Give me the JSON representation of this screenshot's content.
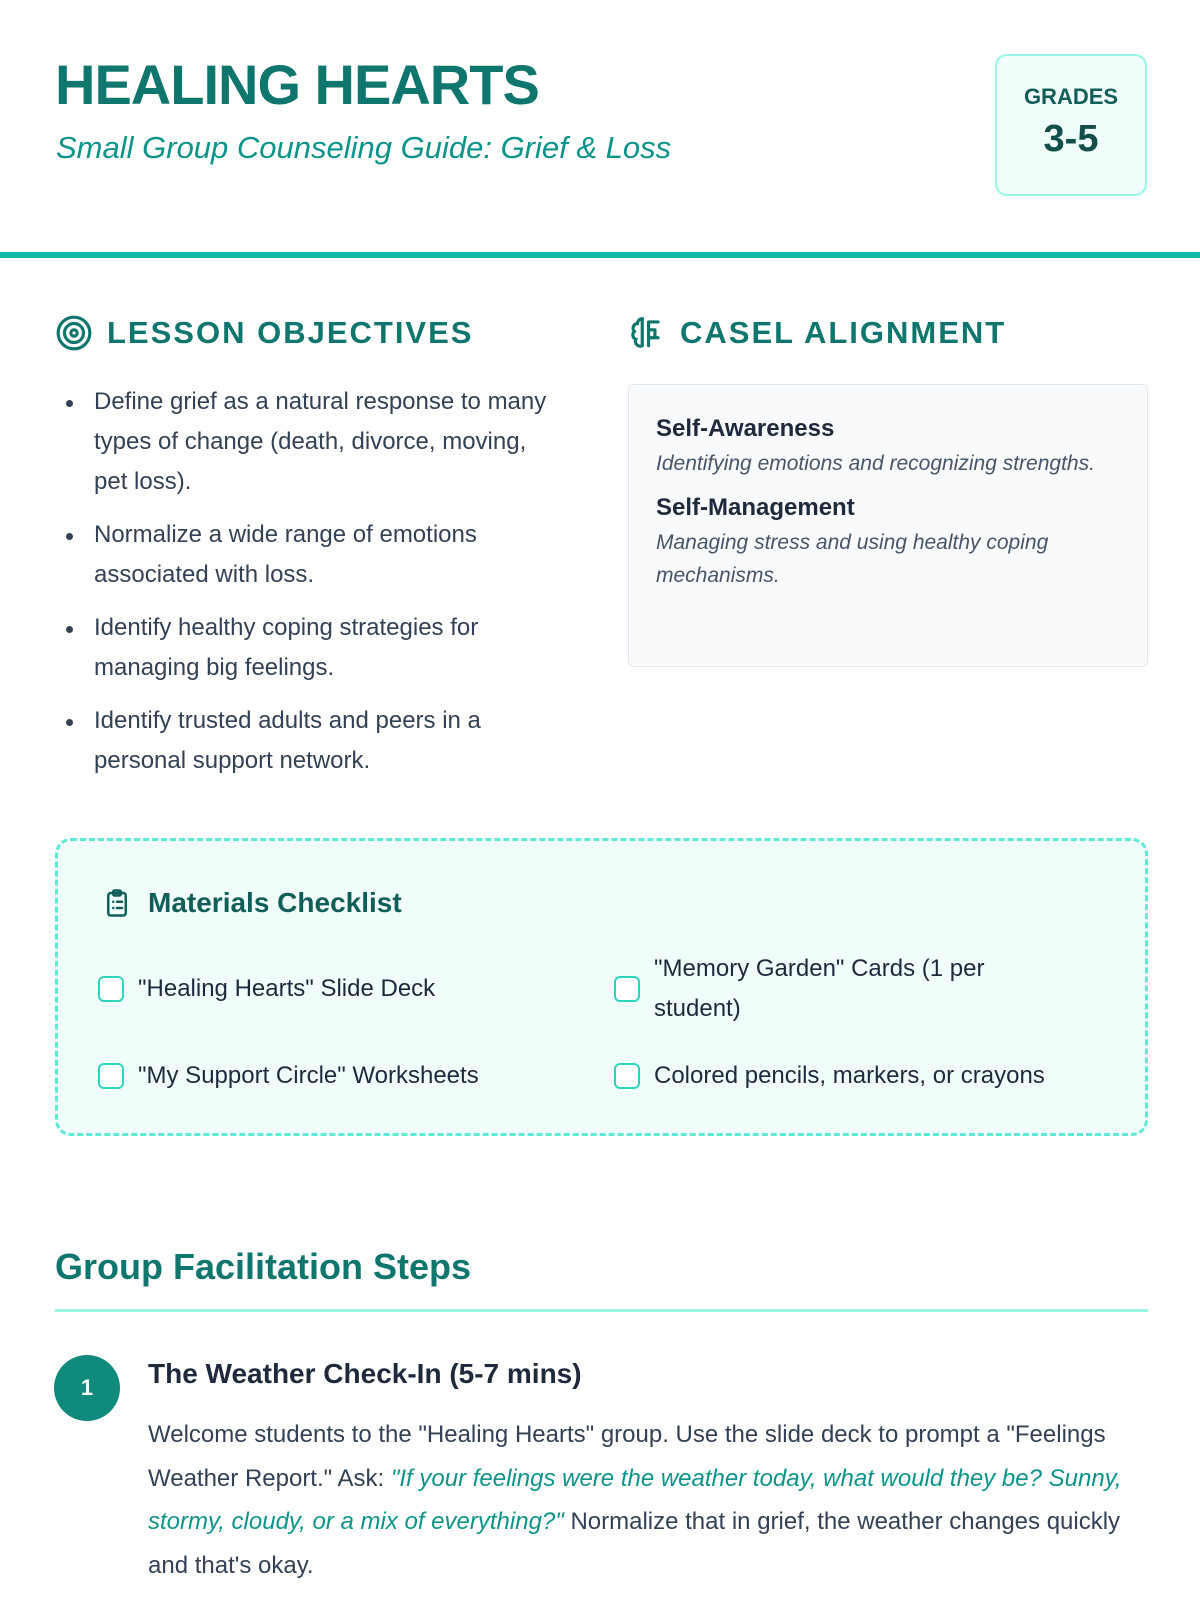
{
  "header": {
    "title": "HEALING HEARTS",
    "subtitle": "Small Group Counseling Guide: Grief & Loss",
    "grades_label": "GRADES",
    "grades_value": "3-5"
  },
  "objectives": {
    "heading": "LESSON OBJECTIVES",
    "icon": "target-icon",
    "items": [
      "Define grief as a natural response to many types of change (death, divorce, moving, pet loss).",
      "Normalize a wide range of emotions associated with loss.",
      "Identify healthy coping strategies for managing big feelings.",
      "Identify trusted adults and peers in a personal support network."
    ]
  },
  "casel": {
    "heading": "CASEL ALIGNMENT",
    "icon": "brain-icon",
    "items": [
      {
        "name": "Self-Awareness",
        "desc": "Identifying emotions and recognizing strengths."
      },
      {
        "name": "Self-Management",
        "desc": "Managing stress and using healthy coping mechanisms."
      }
    ]
  },
  "materials": {
    "heading": "Materials Checklist",
    "icon": "clipboard-list-icon",
    "items": [
      "\"Healing Hearts\" Slide Deck",
      "\"Memory Garden\" Cards (1 per student)",
      "\"My Support Circle\" Worksheets",
      "Colored pencils, markers, or crayons"
    ]
  },
  "steps": {
    "heading": "Group Facilitation Steps",
    "items": [
      {
        "number": "1",
        "title": "The Weather Check-In (5-7 mins)",
        "text_before": "Welcome students to the \"Healing Hearts\" group. Use the slide deck to prompt a \"Feelings Weather Report.\" Ask: ",
        "quote": "\"If your feelings were the weather today, what would they be? Sunny, stormy, cloudy, or a mix of everything?\"",
        "text_after": " Normalize that in grief, the weather changes quickly and that's okay."
      }
    ]
  },
  "colors": {
    "primary": "#0f766e",
    "accent": "#14b8a6",
    "light": "#f0fdfa"
  }
}
